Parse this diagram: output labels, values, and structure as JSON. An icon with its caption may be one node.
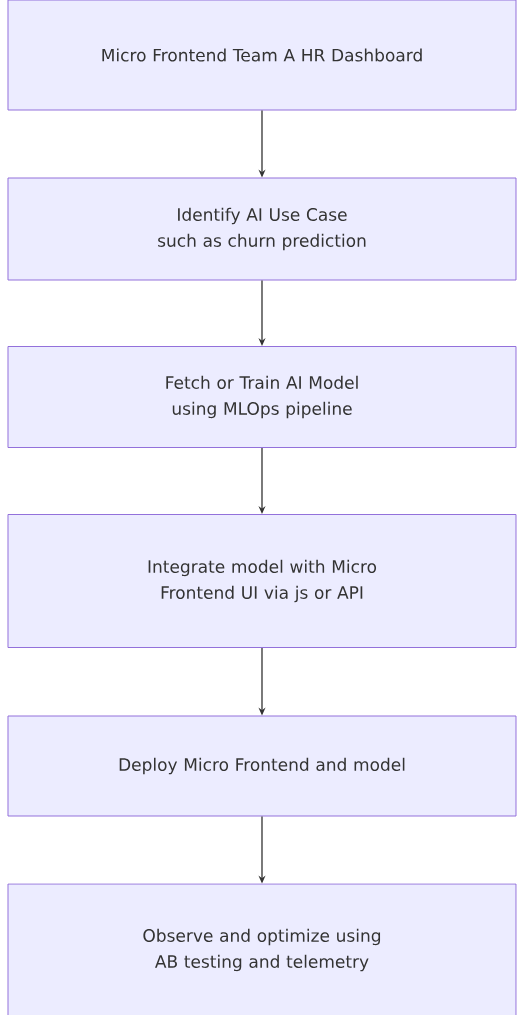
{
  "diagram": {
    "nodes": [
      {
        "text": [
          "Micro Frontend Team A HR Dashboard"
        ]
      },
      {
        "text": [
          "Identify AI Use Case such as churn prediction"
        ]
      },
      {
        "text": [
          "Fetch or Train AI Model using MLOps pipeline"
        ]
      },
      {
        "text": [
          "Integrate model with Micro Frontend UI via js or API"
        ]
      },
      {
        "text": [
          "Deploy Micro Frontend and model"
        ]
      },
      {
        "text": [
          "Observe and optimize using AB testing and telemetry"
        ]
      }
    ],
    "edges": [
      {
        "from": 0,
        "to": 1,
        "arrow": "to"
      },
      {
        "from": 1,
        "to": 2,
        "arrow": "to"
      },
      {
        "from": 2,
        "to": 3,
        "arrow": "to"
      },
      {
        "from": 3,
        "to": 4,
        "arrow": "to"
      },
      {
        "from": 4,
        "to": 5,
        "arrow": "to"
      }
    ]
  }
}
